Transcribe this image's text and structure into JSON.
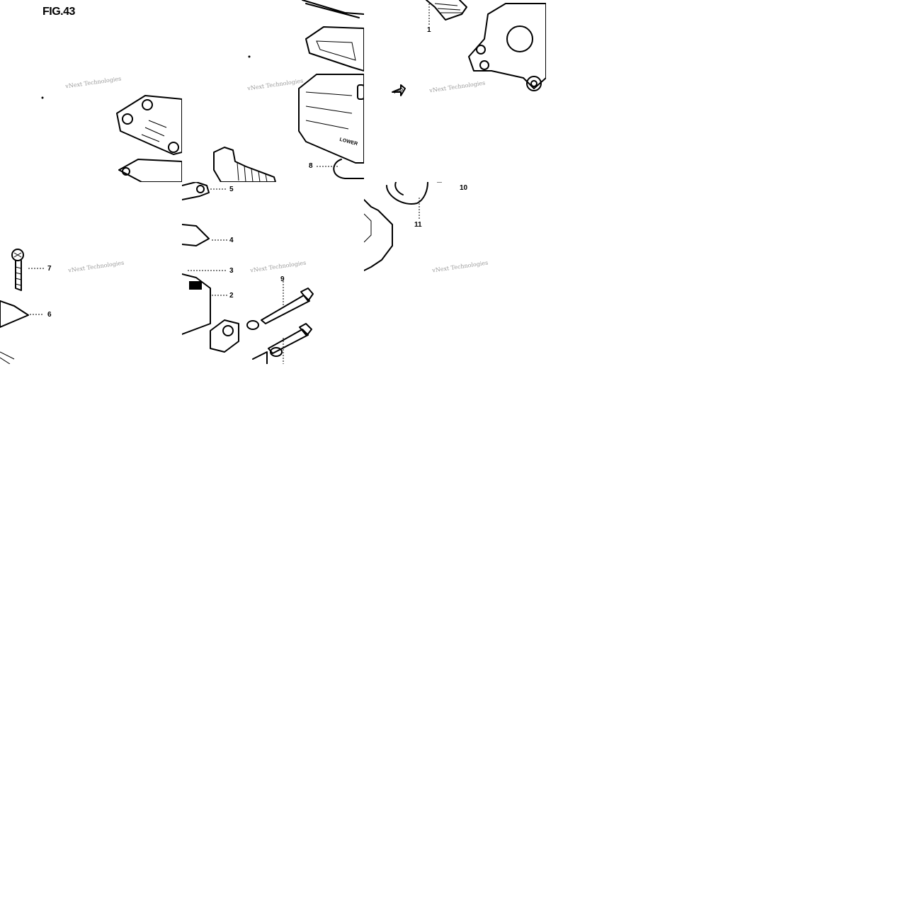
{
  "figure": {
    "title": "FIG.43"
  },
  "watermark": {
    "text": "vNext Technologies"
  },
  "callouts": [
    {
      "id": "1",
      "label": "1"
    },
    {
      "id": "2",
      "label": "2"
    },
    {
      "id": "3",
      "label": "3"
    },
    {
      "id": "4",
      "label": "4"
    },
    {
      "id": "5",
      "label": "5"
    },
    {
      "id": "6",
      "label": "6"
    },
    {
      "id": "7",
      "label": "7"
    },
    {
      "id": "8",
      "label": "8"
    },
    {
      "id": "9",
      "label": "9"
    },
    {
      "id": "10",
      "label": "10"
    },
    {
      "id": "11",
      "label": "11"
    }
  ],
  "markings": {
    "lower": "LOWER",
    "fwd_arrow": "FWD"
  }
}
